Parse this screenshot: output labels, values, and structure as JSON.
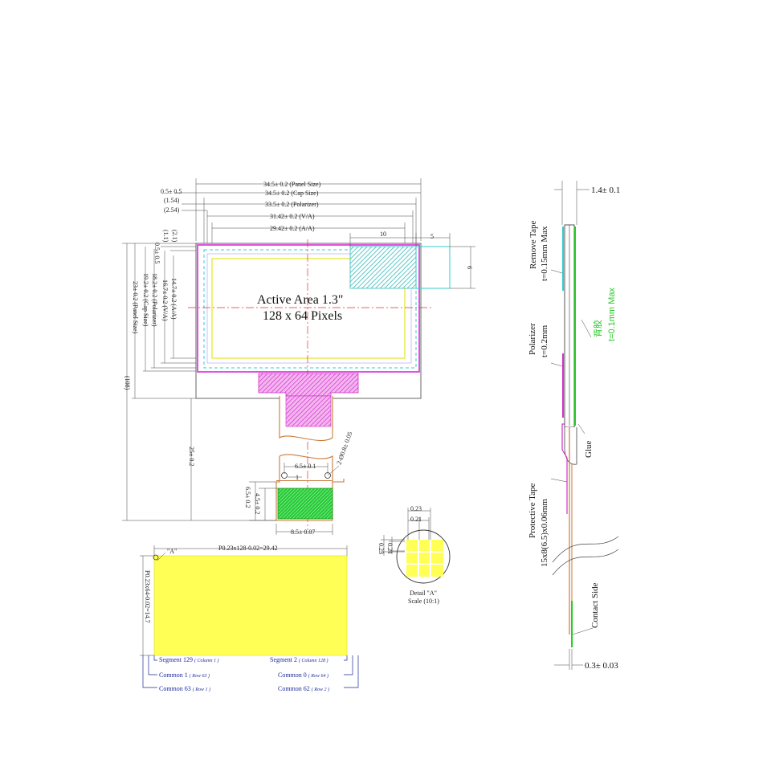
{
  "front_view": {
    "dims_top": [
      "34.5± 0.2 (Panel Size)",
      "34.5± 0.2 (Cap Size)",
      "33.5± 0.2 (Polarizer)",
      "31.42± 0.2 (V/A)",
      "29.42± 0.2 (A/A)"
    ],
    "offsets_top": [
      "0.5± 0.5",
      "(1.54)",
      "(2.54)"
    ],
    "offsets_left": [
      "0.5± 0.5",
      "(1.1)",
      "(2.1)"
    ],
    "dims_left": [
      "14.7± 0.2 (A/A)",
      "16.7± 0.2 (V/A)",
      "18.2± 0.2 (Polarizer)",
      "19.2± 0.2 (Cap Size)",
      "23± 0.2 (Panel Size)"
    ],
    "dim_108": "(108)",
    "dim_25": "25± 0.2",
    "box_10": "10",
    "box_5": "5",
    "box_6": "6",
    "active_title": "Active Area 1.3\"",
    "active_pixels": "128 x 64 Pixels"
  },
  "fpc": {
    "dim_65": "6.5± 0.1",
    "hole_label": "2-Ø0.8± 0.05",
    "dim_1": "1",
    "dim_65v": "6.5± 0.2",
    "dim_45v": "4.5± 0.2",
    "dim_85": "8.5± 0.07"
  },
  "pixel_map": {
    "marker": "\"A\"",
    "width_formula": "P0.23x128-0.02=29.42",
    "height_formula": "P0.23x64-0.02=14.7",
    "labels_left": [
      {
        "name": "Segment 129",
        "note": "( Column 1 )"
      },
      {
        "name": "Common 1",
        "note": "( Row 63 )"
      },
      {
        "name": "Common 63",
        "note": "( Row 1 )"
      }
    ],
    "labels_right": [
      {
        "name": "Segment 2",
        "note": "( Column 128 )"
      },
      {
        "name": "Common 0",
        "note": "( Row 64 )"
      },
      {
        "name": "Common 62",
        "note": "( Row 2 )"
      }
    ]
  },
  "detail": {
    "dim_top1": "0.23",
    "dim_top2": "0.21",
    "dim_left1": "0.23",
    "dim_left2": "0.21",
    "title": "Detail \"A\"",
    "scale": "Scale (10:1)"
  },
  "side_view": {
    "top_dim": "1.4± 0.1",
    "remove_tape": "Remove Tape",
    "remove_tape_t": "t=0.15mm Max",
    "green_cn": "背胶",
    "green_t": "t=0.1mm Max",
    "polarizer": "Polarizer",
    "polarizer_t": "t=0.2mm",
    "glue": "Glue",
    "protective_tape": "Protective Tape",
    "protective_dims": "15x8(6.5)x0.06mm",
    "contact_side": "Contact Side",
    "bottom_dim": "0.3± 0.03"
  },
  "colors": {
    "magenta": "#e040e0",
    "yellow": "#ffff55",
    "cyan": "#33cccc",
    "green": "#22cc22",
    "fpc": "#c87a3a",
    "red_center": "#e03030"
  }
}
